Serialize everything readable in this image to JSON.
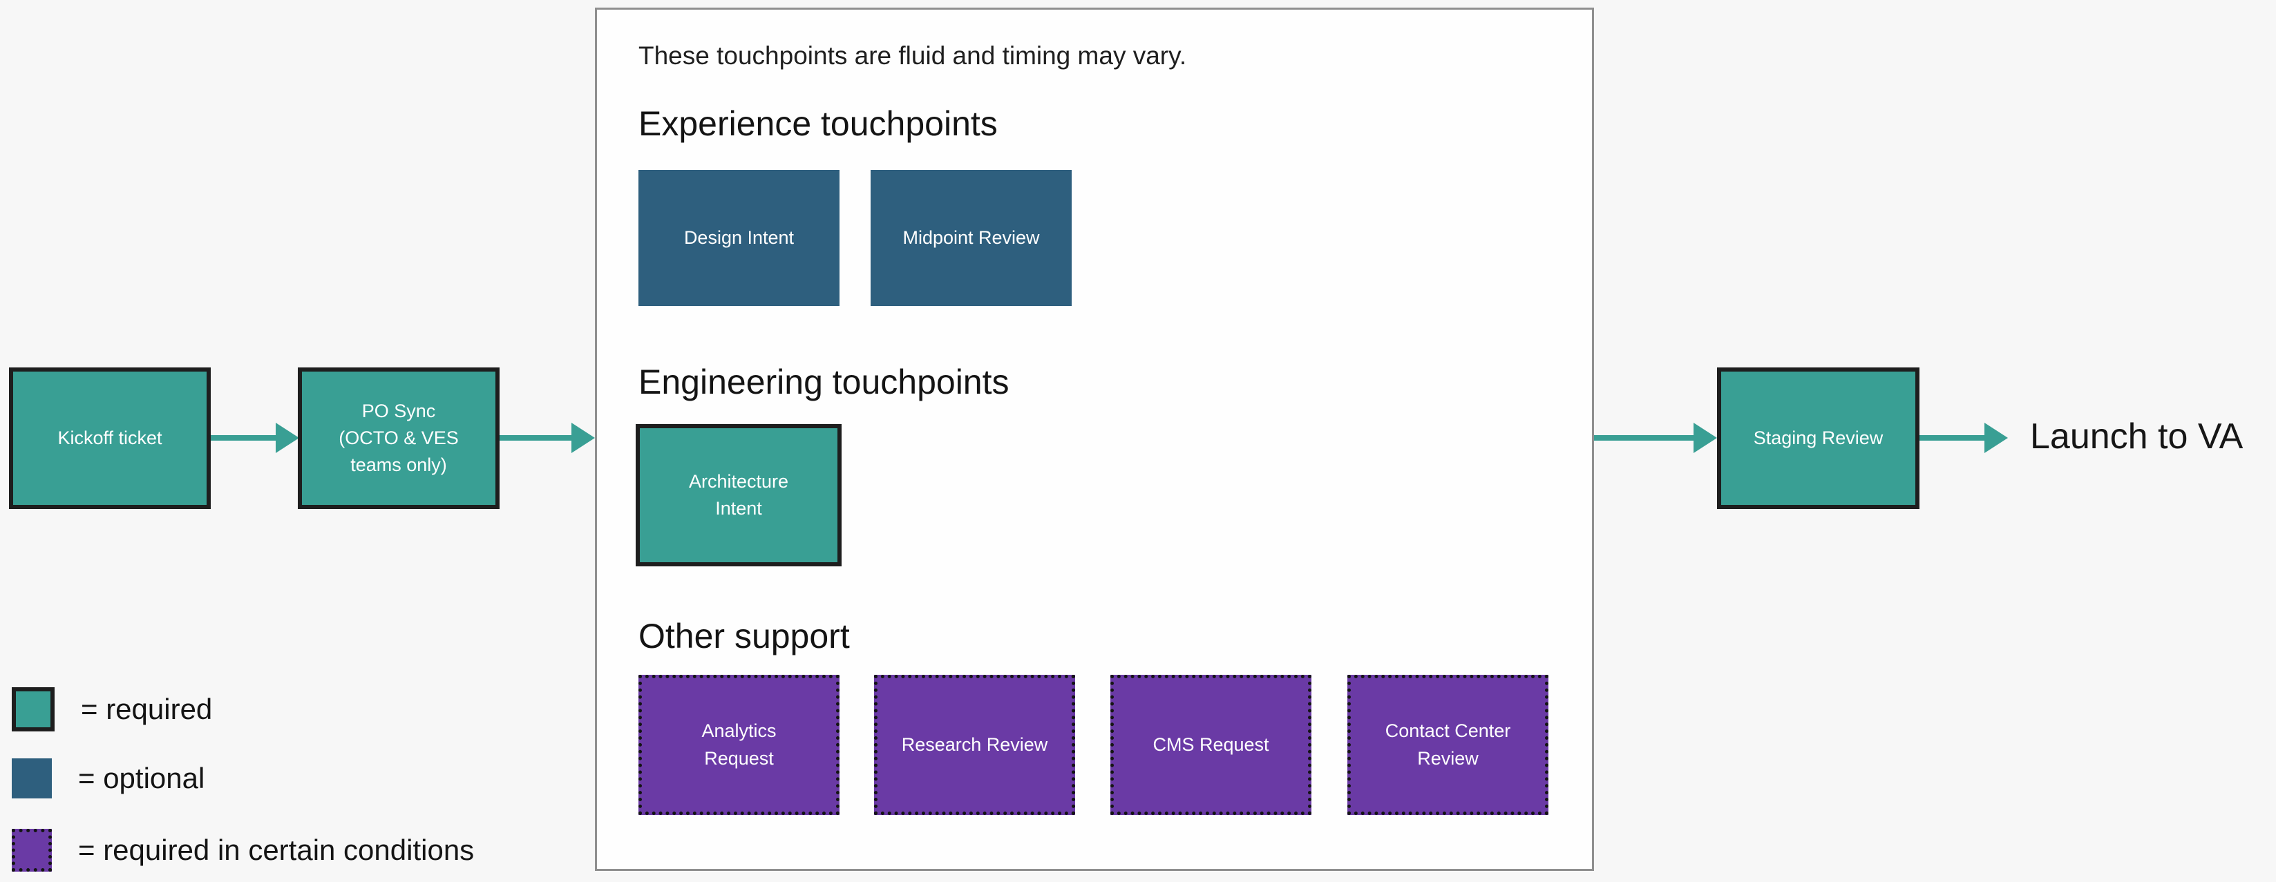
{
  "note": "These touchpoints are fluid and timing may vary.",
  "pre_flow": {
    "kickoff": "Kickoff ticket",
    "po_sync": [
      "PO Sync",
      "(OCTO & VES",
      "teams only)"
    ]
  },
  "sections": {
    "experience": {
      "title": "Experience touchpoints",
      "design_intent": "Design Intent",
      "midpoint_review": "Midpoint Review"
    },
    "engineering": {
      "title": "Engineering touchpoints",
      "architecture_intent": [
        "Architecture",
        "Intent"
      ]
    },
    "other": {
      "title": "Other support",
      "analytics_request": [
        "Analytics",
        "Request"
      ],
      "research_review": "Research Review",
      "cms_request": "CMS Request",
      "contact_center_review": [
        "Contact Center",
        "Review"
      ]
    }
  },
  "post_flow": {
    "staging_review": "Staging Review",
    "launch": "Launch to VA"
  },
  "legend": {
    "required": "= required",
    "optional": "= optional",
    "conditional": "= required in certain conditions"
  },
  "colors": {
    "required": "#399f94",
    "optional": "#2e5f7e",
    "conditional": "#6a3aa5",
    "arrow": "#399f94",
    "box_border": "#1e1e1e",
    "container_border": "#8f8f8f",
    "background": "#f7f7f7"
  }
}
